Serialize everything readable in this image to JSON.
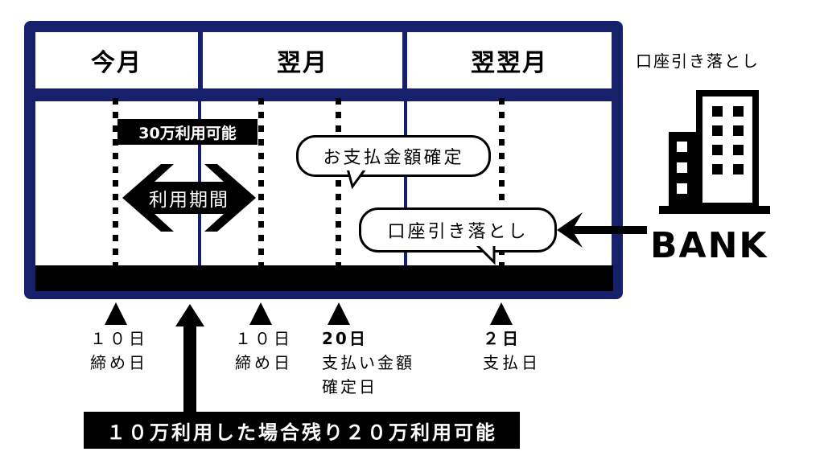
{
  "header": {
    "months": [
      "今月",
      "翌月",
      "翌翌月"
    ]
  },
  "labels": {
    "limit": "30万利用可能",
    "period": "利用期間",
    "amount_fixed": "お支払金額確定",
    "debit_bubble": "口座引き落とし",
    "debit_title": "口座引き落とし",
    "bank": "BANK",
    "remaining": "１０万利用した場合残り２０万利用可能"
  },
  "ticks": [
    {
      "line1": "１０日",
      "line2": "締め日",
      "line3": ""
    },
    {
      "line1": "１０日",
      "line2": "締め日",
      "line3": ""
    },
    {
      "line1": "20日",
      "line2": "支払い金額",
      "line3": "確定日"
    },
    {
      "line1": "２日",
      "line2": "支払日",
      "line3": ""
    }
  ],
  "colors": {
    "frame": "#16206b",
    "ink": "#000000",
    "background": "#ffffff"
  }
}
